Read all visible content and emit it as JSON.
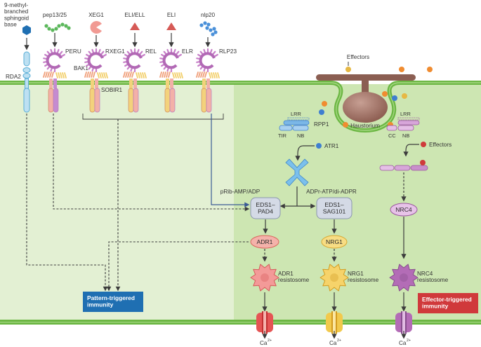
{
  "colors": {
    "cell_green": "#cfe7b4",
    "cell_green_light": "#e4f1d5",
    "membrane_green": "#6cb743",
    "pti_box": "#1f6fb2",
    "eti_box": "#d0393b",
    "arrow": "#3c3c3c",
    "pathway_line": "#3a5a95"
  },
  "ligands": {
    "sphingoid": "9-methyl-\nbranched\nsphingoid\nbase",
    "pep": "pep13/25",
    "xeg1": "XEG1",
    "eli_ell": "ELI/ELL",
    "eli": "ELI",
    "nlp20": "nlp20"
  },
  "receptors": {
    "rda2": "RDA2",
    "peru": "PERU",
    "rxeg1": "RXEG1",
    "rel": "REL",
    "elr": "ELR",
    "rlp23": "RLP23",
    "bak1": "BAK1",
    "sobir1": "SOBIR1"
  },
  "haustorium": {
    "effectors_top": "Effectors",
    "haustorium_label": "Haustorium"
  },
  "rpp1": {
    "lrr": "LRR",
    "tir": "TIR",
    "nb": "NB",
    "name": "RPP1",
    "atr1": "ATR1"
  },
  "nlr_right": {
    "lrr": "LRR",
    "cc": "CC",
    "nb": "NB",
    "effectors": "Effectors"
  },
  "signaling": {
    "prib": "pRib-AMP/ADP",
    "adpr": "ADPr-ATP/di-ADPR",
    "eds1_pad4": "EDS1–\nPAD4",
    "eds1_sag101": "EDS1–\nSAG101",
    "adr1": "ADR1",
    "nrg1": "NRG1",
    "nrc4": "NRC4",
    "adr1_res": "ADR1\nresistosome",
    "nrg1_res": "NRG1\nresistosome",
    "nrc4_res": "NRC4\nresistosome"
  },
  "outputs": {
    "pti": "Pattern-triggered\nimmunity",
    "eti": "Effector-triggered\nimmunity",
    "ca": "Ca",
    "ca_sup": "2+"
  }
}
